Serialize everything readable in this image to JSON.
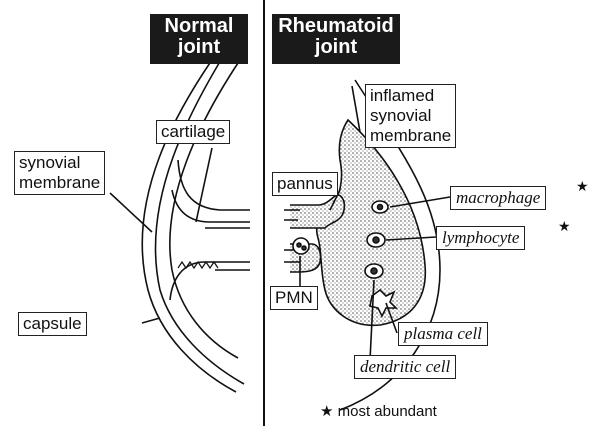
{
  "normal_panel": {
    "title_line1": "Normal",
    "title_line2": "joint",
    "labels": {
      "cartilage": "cartilage",
      "synovial_line1": "synovial",
      "synovial_line2": "membrane",
      "capsule": "capsule"
    }
  },
  "rheumatoid_panel": {
    "title_line1": "Rheumatoid",
    "title_line2": "joint",
    "labels": {
      "inflamed_line1": "inflamed",
      "inflamed_line2": "synovial",
      "inflamed_line3": "membrane",
      "pannus": "pannus",
      "pmn": "PMN",
      "macrophage": "macrophage",
      "lymphocyte": "lymphocyte",
      "plasma_cell": "plasma cell",
      "dendritic_cell": "dendritic cell"
    },
    "star_symbol": "★",
    "footnote": "★ most abundant"
  }
}
